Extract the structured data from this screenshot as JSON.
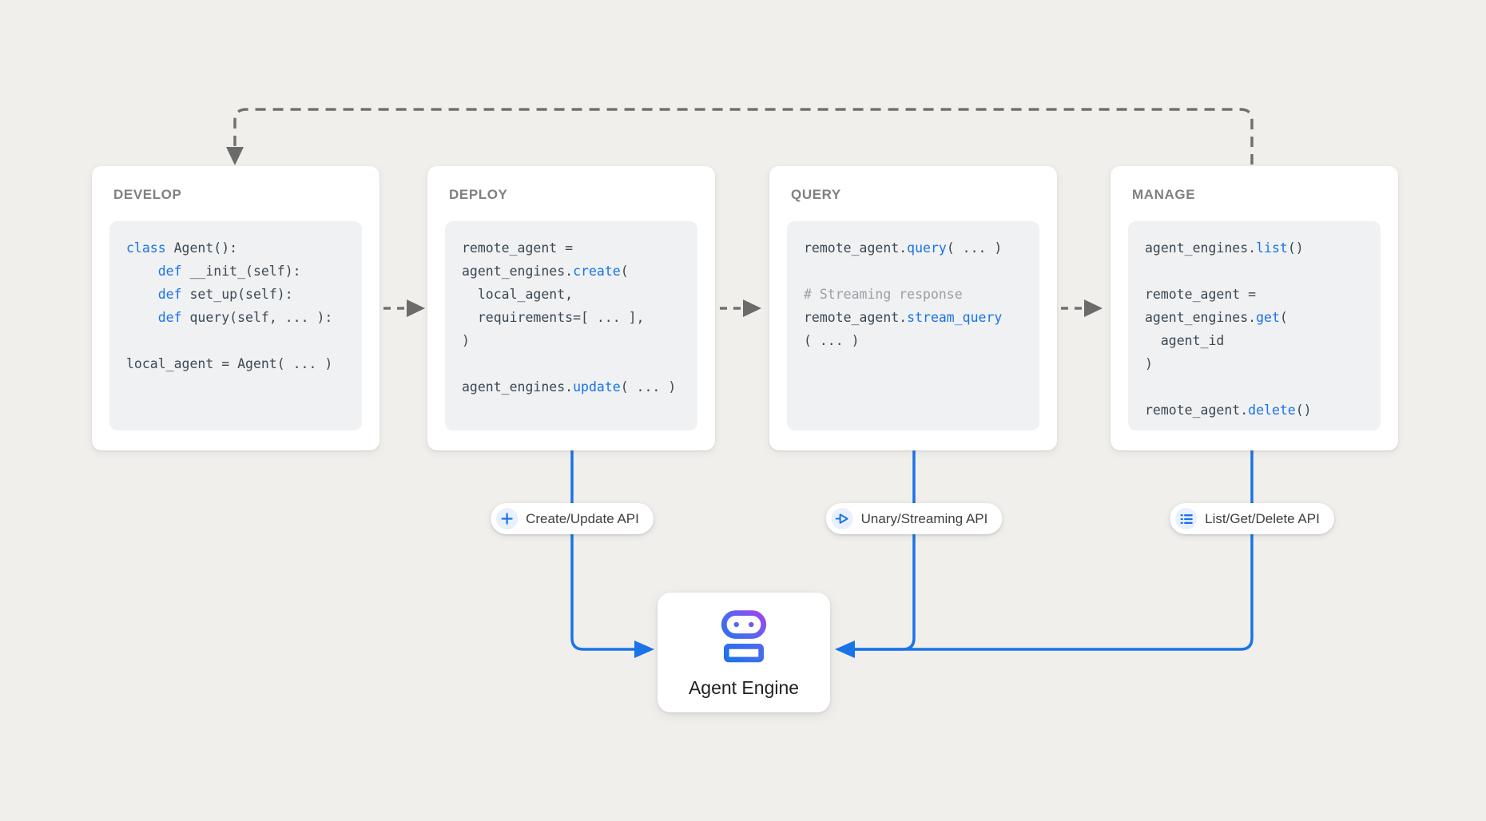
{
  "cards": [
    {
      "title": "DEVELOP",
      "code": [
        [
          {
            "t": "class",
            "s": "b"
          },
          {
            "t": " Agent():",
            "s": "p"
          }
        ],
        [
          {
            "t": "    ",
            "s": "p"
          },
          {
            "t": "def",
            "s": "b"
          },
          {
            "t": " __init_(self):",
            "s": "p"
          }
        ],
        [
          {
            "t": "    ",
            "s": "p"
          },
          {
            "t": "def",
            "s": "b"
          },
          {
            "t": " set_up(self):",
            "s": "p"
          }
        ],
        [
          {
            "t": "    ",
            "s": "p"
          },
          {
            "t": "def",
            "s": "b"
          },
          {
            "t": " query(self, ... ):",
            "s": "p"
          }
        ],
        [],
        [
          {
            "t": "local_agent = Agent( ... )",
            "s": "p"
          }
        ]
      ]
    },
    {
      "title": "DEPLOY",
      "code": [
        [
          {
            "t": "remote_agent =",
            "s": "p"
          }
        ],
        [
          {
            "t": "agent_engines.",
            "s": "p"
          },
          {
            "t": "create",
            "s": "b"
          },
          {
            "t": "(",
            "s": "p"
          }
        ],
        [
          {
            "t": "  local_agent,",
            "s": "p"
          }
        ],
        [
          {
            "t": "  requirements=[ ... ],",
            "s": "p"
          }
        ],
        [
          {
            "t": ")",
            "s": "p"
          }
        ],
        [],
        [
          {
            "t": "agent_engines.",
            "s": "p"
          },
          {
            "t": "update",
            "s": "b"
          },
          {
            "t": "( ... )",
            "s": "p"
          }
        ]
      ]
    },
    {
      "title": "QUERY",
      "code": [
        [
          {
            "t": "remote_agent.",
            "s": "p"
          },
          {
            "t": "query",
            "s": "b"
          },
          {
            "t": "( ... )",
            "s": "p"
          }
        ],
        [],
        [
          {
            "t": "# Streaming response",
            "s": "c"
          }
        ],
        [
          {
            "t": "remote_agent.",
            "s": "p"
          },
          {
            "t": "stream_query",
            "s": "b"
          }
        ],
        [
          {
            "t": "( ... )",
            "s": "p"
          }
        ]
      ]
    },
    {
      "title": "MANAGE",
      "code": [
        [
          {
            "t": "agent_engines.",
            "s": "p"
          },
          {
            "t": "list",
            "s": "b"
          },
          {
            "t": "()",
            "s": "p"
          }
        ],
        [],
        [
          {
            "t": "remote_agent =",
            "s": "p"
          }
        ],
        [
          {
            "t": "agent_engines.",
            "s": "p"
          },
          {
            "t": "get",
            "s": "b"
          },
          {
            "t": "(",
            "s": "p"
          }
        ],
        [
          {
            "t": "  agent_id",
            "s": "p"
          }
        ],
        [
          {
            "t": ")",
            "s": "p"
          }
        ],
        [],
        [
          {
            "t": "remote_agent.",
            "s": "p"
          },
          {
            "t": "delete",
            "s": "b"
          },
          {
            "t": "()",
            "s": "p"
          }
        ]
      ]
    }
  ],
  "badges": [
    {
      "icon": "plus-icon",
      "label": "Create/Update API"
    },
    {
      "icon": "send-icon",
      "label": "Unary/Streaming API"
    },
    {
      "icon": "list-icon",
      "label": "List/Get/Delete API"
    }
  ],
  "engine": {
    "icon": "robot-icon",
    "label": "Agent Engine"
  },
  "colors": {
    "background": "#f1efec",
    "accent_blue": "#1a73e8",
    "accent_purple": "#a142f4",
    "line_gray": "#717171",
    "code_text": "#3c4852",
    "comment_gray": "#9aa0a6",
    "title_gray": "#7d8184",
    "code_background": "#eff1f3"
  }
}
